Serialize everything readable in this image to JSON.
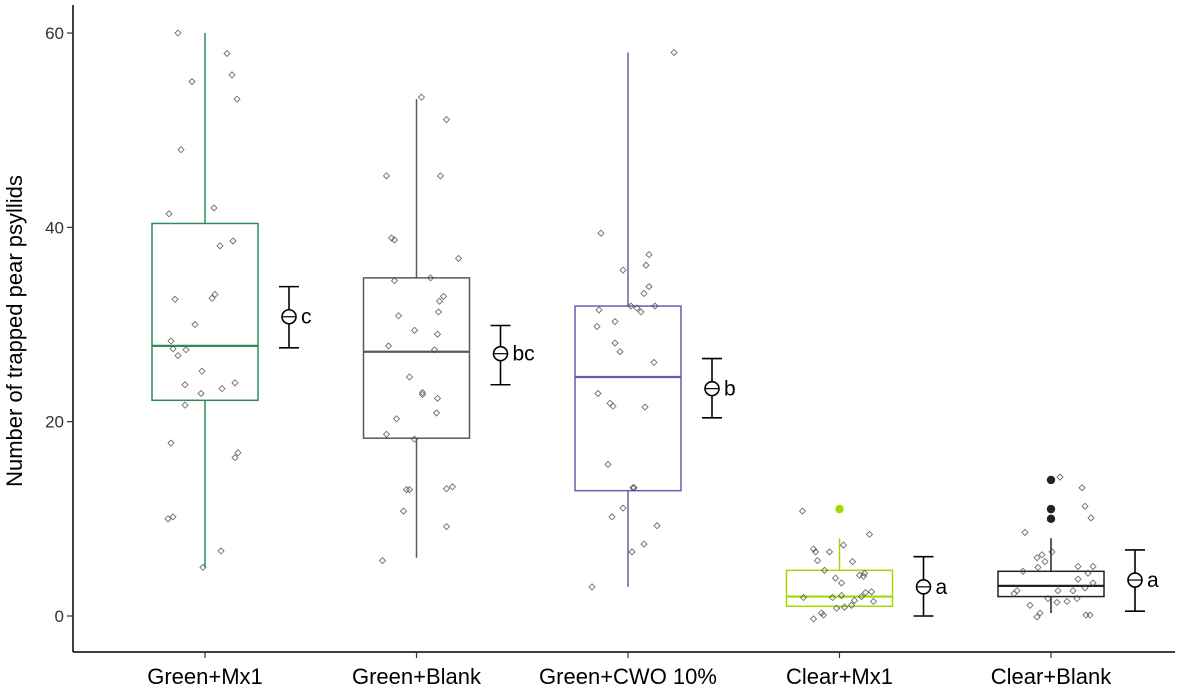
{
  "chart_data": {
    "type": "box",
    "title": "",
    "xlabel": "",
    "ylabel": "Number of trapped pear psyllids",
    "ylim": [
      -3.5,
      63.5
    ],
    "yticks": [
      0,
      20,
      40,
      60
    ],
    "yticklabels": [
      "0",
      "20",
      "40",
      "60"
    ],
    "grid": false,
    "legend": "none",
    "categories": [
      "Green+Mx1",
      "Green+Blank",
      "Green+CWO 10%",
      "Clear+Mx1",
      "Clear+Blank"
    ],
    "colors": [
      "#2e8b57",
      "#5a5a5a",
      "#6b5bb0",
      "#a6d608",
      "#222222"
    ],
    "boxes": [
      {
        "min": 5,
        "q1": 22.2,
        "median": 27.8,
        "q3": 40.4,
        "max": 60,
        "outliers": []
      },
      {
        "min": 6,
        "q1": 18.3,
        "median": 27.2,
        "q3": 34.8,
        "max": 53.2,
        "outliers": []
      },
      {
        "min": 3,
        "q1": 12.9,
        "median": 24.6,
        "q3": 31.9,
        "max": 58,
        "outliers": []
      },
      {
        "min": 0.7,
        "q1": 1.0,
        "median": 2.0,
        "q3": 4.7,
        "max": 8.0,
        "outliers": [
          11
        ]
      },
      {
        "min": 0.3,
        "q1": 2.0,
        "median": 3.1,
        "q3": 4.6,
        "max": 8.0,
        "outliers": [
          10,
          11,
          14
        ]
      }
    ],
    "means": [
      {
        "mean": 30.8,
        "lower": 27.6,
        "upper": 33.9,
        "letter": "c"
      },
      {
        "mean": 27.0,
        "lower": 23.8,
        "upper": 29.9,
        "letter": "bc"
      },
      {
        "mean": 23.4,
        "lower": 20.4,
        "upper": 26.5,
        "letter": "b"
      },
      {
        "mean": 3.0,
        "lower": 0.0,
        "upper": 6.1,
        "letter": "a"
      },
      {
        "mean": 3.7,
        "lower": 0.5,
        "upper": 6.8,
        "letter": "a"
      }
    ],
    "points": [
      [
        [
          -0.37,
          10
        ],
        [
          -0.32,
          10.2
        ],
        [
          -0.34,
          17.8
        ],
        [
          -0.2,
          21.7
        ],
        [
          -0.04,
          22.9
        ],
        [
          0.17,
          23.4
        ],
        [
          -0.2,
          23.8
        ],
        [
          0.3,
          24
        ],
        [
          -0.03,
          25.2
        ],
        [
          -0.27,
          26.8
        ],
        [
          -0.32,
          27.5
        ],
        [
          -0.19,
          27.4
        ],
        [
          -0.34,
          28.3
        ],
        [
          -0.1,
          30
        ],
        [
          0.07,
          32.7
        ],
        [
          -0.3,
          32.6
        ],
        [
          0.1,
          33.1
        ],
        [
          0.15,
          38.1
        ],
        [
          0.28,
          38.6
        ],
        [
          0.09,
          42
        ],
        [
          -0.36,
          41.4
        ],
        [
          -0.24,
          48
        ],
        [
          -0.13,
          55
        ],
        [
          -0.27,
          60
        ],
        [
          0.22,
          57.9
        ],
        [
          0.27,
          55.7
        ],
        [
          0.32,
          53.2
        ],
        [
          0.3,
          16.3
        ],
        [
          0.33,
          16.8
        ],
        [
          0.16,
          6.7
        ],
        [
          -0.02,
          5
        ]
      ],
      [
        [
          -0.34,
          5.7
        ],
        [
          -0.13,
          10.8
        ],
        [
          -0.1,
          13
        ],
        [
          -0.07,
          13
        ],
        [
          0.3,
          13.1
        ],
        [
          0.36,
          13.3
        ],
        [
          0.3,
          9.2
        ],
        [
          -0.02,
          18.2
        ],
        [
          -0.3,
          18.7
        ],
        [
          -0.2,
          20.3
        ],
        [
          0.2,
          20.9
        ],
        [
          0.21,
          22.4
        ],
        [
          0.06,
          22.8
        ],
        [
          0.06,
          23
        ],
        [
          -0.07,
          24.6
        ],
        [
          -0.28,
          27.8
        ],
        [
          0.18,
          27.4
        ],
        [
          0.21,
          29
        ],
        [
          -0.02,
          29.4
        ],
        [
          0.22,
          31.3
        ],
        [
          -0.18,
          30.9
        ],
        [
          0.23,
          32.4
        ],
        [
          0.27,
          32.9
        ],
        [
          0.14,
          34.8
        ],
        [
          -0.22,
          34.5
        ],
        [
          -0.22,
          38.7
        ],
        [
          -0.25,
          38.9
        ],
        [
          0.42,
          36.8
        ],
        [
          0.24,
          45.3
        ],
        [
          -0.3,
          45.3
        ],
        [
          0.3,
          51.1
        ],
        [
          0.05,
          53.4
        ]
      ],
      [
        [
          -0.36,
          3
        ],
        [
          0.04,
          6.6
        ],
        [
          0.16,
          7.4
        ],
        [
          0.29,
          9.3
        ],
        [
          -0.16,
          10.2
        ],
        [
          -0.05,
          11.1
        ],
        [
          0.06,
          13.2
        ],
        [
          0.05,
          13.2
        ],
        [
          -0.2,
          15.6
        ],
        [
          -0.3,
          22.9
        ],
        [
          0.17,
          21.5
        ],
        [
          -0.15,
          21.6
        ],
        [
          -0.18,
          21.9
        ],
        [
          0.26,
          26.1
        ],
        [
          -0.08,
          27.2
        ],
        [
          -0.13,
          28.1
        ],
        [
          -0.13,
          30.3
        ],
        [
          0.13,
          31.3
        ],
        [
          0.09,
          31.7
        ],
        [
          0.27,
          31.9
        ],
        [
          0.03,
          31.9
        ],
        [
          -0.29,
          31.5
        ],
        [
          -0.31,
          29.8
        ],
        [
          0.16,
          33.2
        ],
        [
          0.21,
          33.9
        ],
        [
          -0.05,
          35.6
        ],
        [
          0.18,
          36.1
        ],
        [
          0.21,
          37.2
        ],
        [
          -0.27,
          39.4
        ],
        [
          0.46,
          58
        ]
      ],
      [
        [
          -0.26,
          -0.3
        ],
        [
          -0.16,
          0.1
        ],
        [
          -0.18,
          0.3
        ],
        [
          -0.03,
          0.8
        ],
        [
          0.05,
          0.9
        ],
        [
          0.12,
          1.1
        ],
        [
          0.15,
          1.6
        ],
        [
          0.34,
          1.5
        ],
        [
          -0.07,
          1.9
        ],
        [
          0.02,
          2.1
        ],
        [
          0.22,
          2
        ],
        [
          0.26,
          2.4
        ],
        [
          -0.36,
          1.9
        ],
        [
          0.32,
          2.5
        ],
        [
          0.02,
          3.4
        ],
        [
          -0.04,
          3.9
        ],
        [
          0.2,
          4.2
        ],
        [
          0.25,
          4.4
        ],
        [
          -0.15,
          4.7
        ],
        [
          0.24,
          4.1
        ],
        [
          -0.22,
          5.7
        ],
        [
          0.13,
          5.6
        ],
        [
          -0.1,
          6.6
        ],
        [
          0.04,
          7.3
        ],
        [
          -0.26,
          6.9
        ],
        [
          0.3,
          8.4
        ],
        [
          -0.37,
          10.8
        ],
        [
          -0.24,
          6.6
        ]
      ],
      [
        [
          -0.14,
          -0.1
        ],
        [
          -0.11,
          0.3
        ],
        [
          0.35,
          0.1
        ],
        [
          0.39,
          0.1
        ],
        [
          -0.21,
          1.1
        ],
        [
          0.06,
          1.4
        ],
        [
          0.16,
          1.5
        ],
        [
          -0.03,
          1.8
        ],
        [
          0.26,
          1.8
        ],
        [
          0.07,
          2.6
        ],
        [
          0.22,
          2.6
        ],
        [
          0.34,
          2.9
        ],
        [
          -0.37,
          2.3
        ],
        [
          -0.34,
          2.6
        ],
        [
          0.42,
          3.4
        ],
        [
          0.27,
          3.8
        ],
        [
          0.37,
          4.4
        ],
        [
          -0.28,
          4.6
        ],
        [
          -0.13,
          5
        ],
        [
          0.27,
          5.1
        ],
        [
          -0.06,
          5.6
        ],
        [
          0.42,
          5.1
        ],
        [
          -0.14,
          6
        ],
        [
          -0.09,
          6.3
        ],
        [
          0.01,
          6.6
        ],
        [
          -0.26,
          8.6
        ],
        [
          0.4,
          10.1
        ],
        [
          0.34,
          11.3
        ],
        [
          0.31,
          13.2
        ],
        [
          0.09,
          14.3
        ]
      ]
    ],
    "letters": [
      "c",
      "bc",
      "b",
      "a",
      "a"
    ]
  }
}
